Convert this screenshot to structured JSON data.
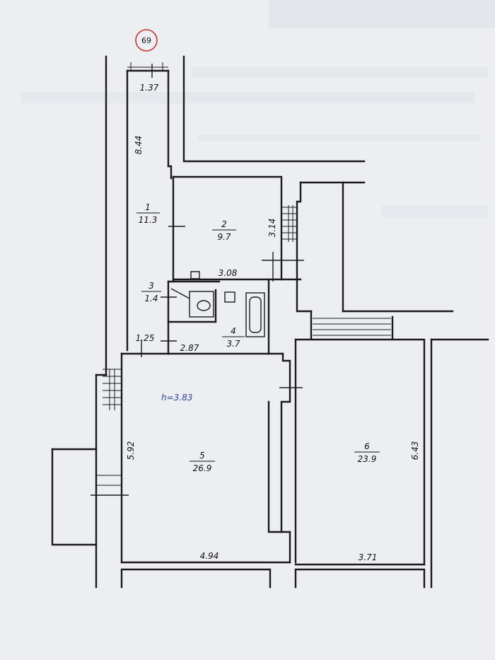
{
  "plan": {
    "building_number": "69",
    "ceiling_height": "h=3.83",
    "rooms": [
      {
        "id": "1",
        "area": "11.3"
      },
      {
        "id": "2",
        "area": "9.7"
      },
      {
        "id": "3",
        "area": "1.4"
      },
      {
        "id": "4",
        "area": "3.7"
      },
      {
        "id": "5",
        "area": "26.9"
      },
      {
        "id": "6",
        "area": "23.9"
      }
    ],
    "dimensions": {
      "corridor_width": "1.37",
      "corridor_length": "8.44",
      "room2_width": "3.08",
      "room2_length": "3.14",
      "room3_width": "1.25",
      "room4_width": "2.87",
      "room5_length": "5.92",
      "room5_width": "4.94",
      "room6_width": "3.71",
      "room6_length": "6.43"
    }
  }
}
